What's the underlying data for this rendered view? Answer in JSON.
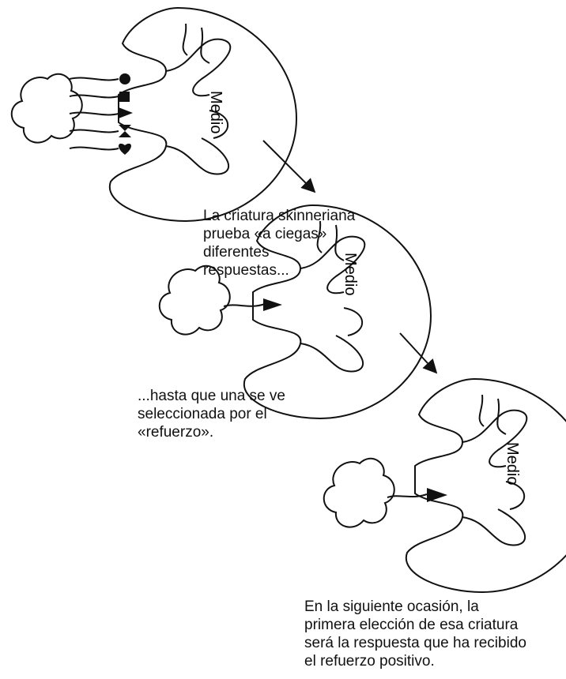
{
  "panels": [
    {
      "environment_label": "Medio",
      "caption": "La criatura skinneriana\nprueba «a ciegas»\ndiferentes\nrespuestas..."
    },
    {
      "environment_label": "Medio",
      "caption": "...hasta que una se ve\nseleccionada por el\n«refuerzo»."
    },
    {
      "environment_label": "Medio",
      "caption": "En la siguiente ocasión, la\nprimera elección de esa criatura\nserá la respuesta que ha recibido\nel refuerzo positivo."
    }
  ],
  "colors": {
    "ink": "#111111",
    "background": "#ffffff"
  }
}
